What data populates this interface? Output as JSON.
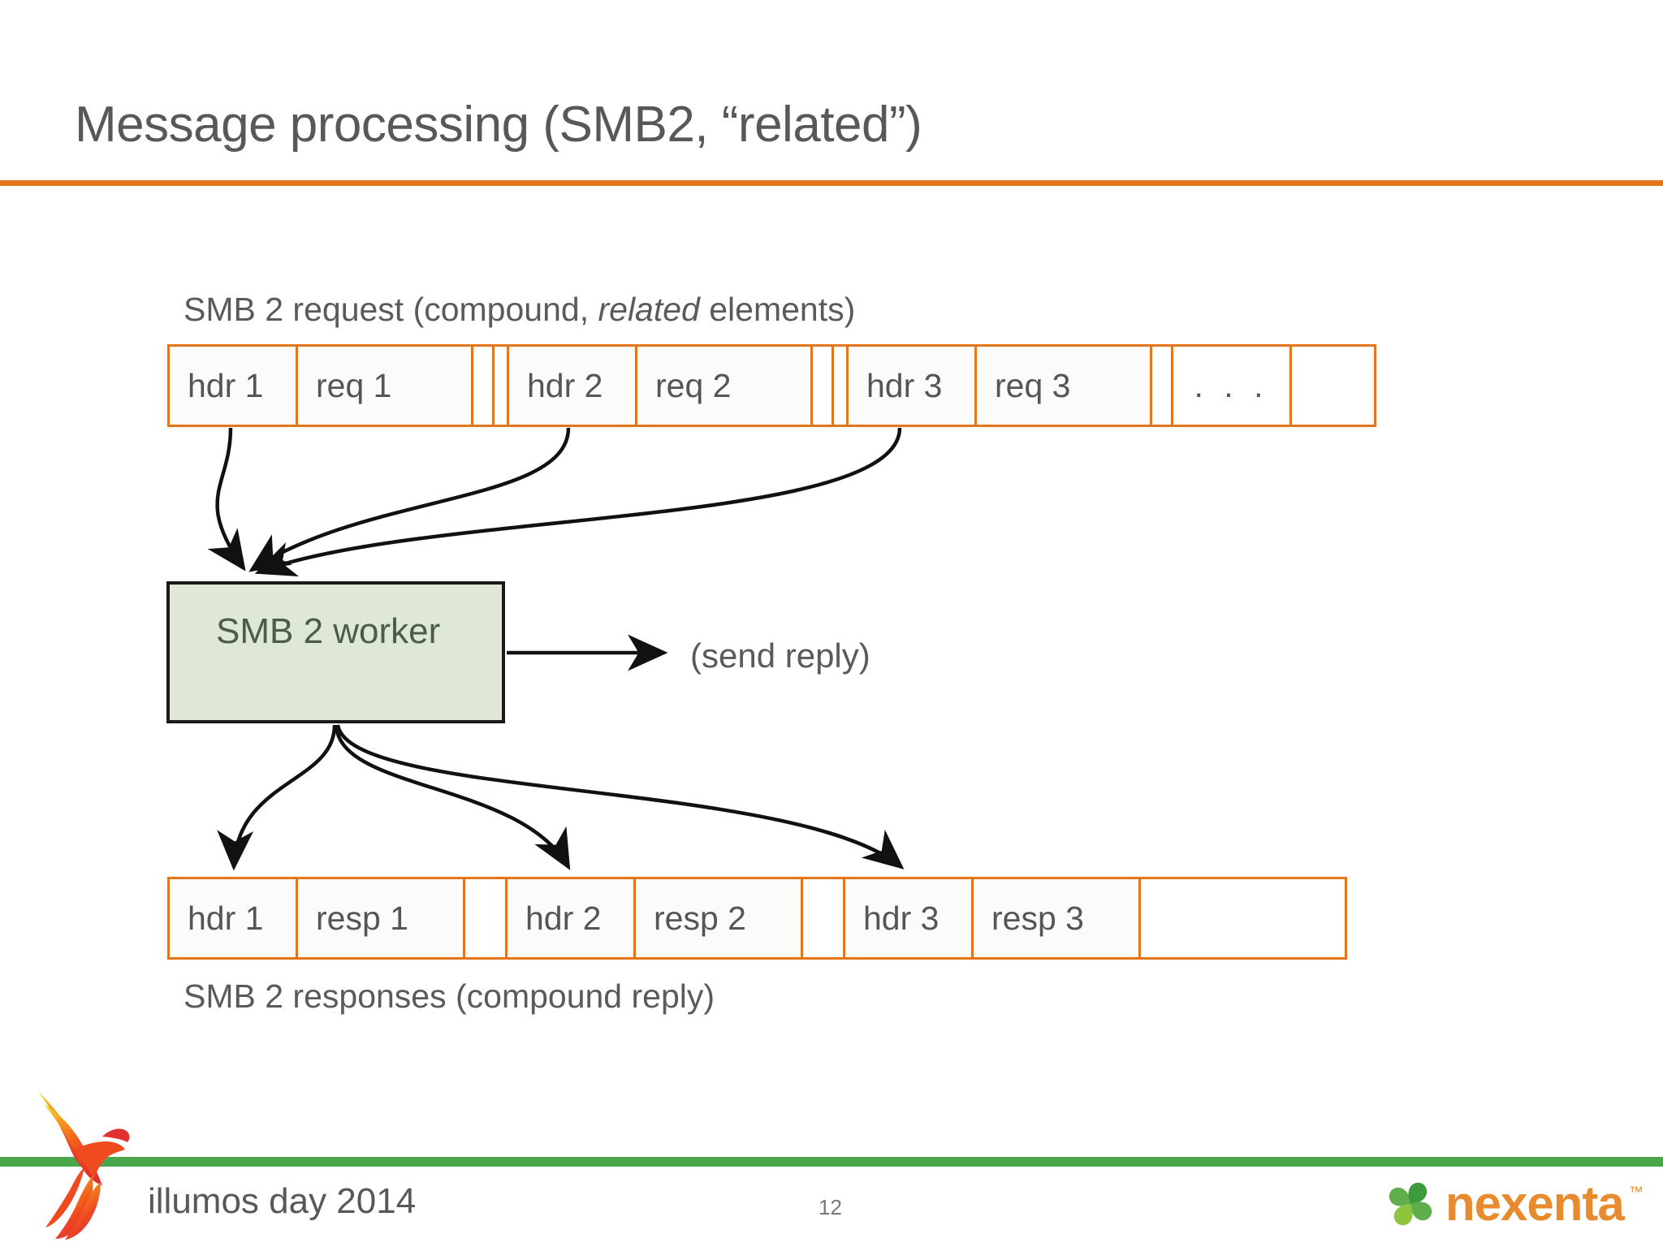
{
  "slide": {
    "title": "Message processing (SMB2, “related”)",
    "page_number": "12",
    "accent_orange": "#E3761C",
    "accent_green": "#4CA64C",
    "worker_fill": "#DEE8D4"
  },
  "request": {
    "caption_prefix": "SMB 2 request (compound, ",
    "caption_emphasis": "related",
    "caption_suffix": " elements)",
    "cells": [
      {
        "label": "hdr 1",
        "kind": "hdr"
      },
      {
        "label": "req 1",
        "kind": "req"
      },
      {
        "label": "",
        "kind": "gap"
      },
      {
        "label": "",
        "kind": "gap2"
      },
      {
        "label": "hdr 2",
        "kind": "hdr"
      },
      {
        "label": "req 2",
        "kind": "req"
      },
      {
        "label": "",
        "kind": "gap"
      },
      {
        "label": "",
        "kind": "gap2"
      },
      {
        "label": "hdr 3",
        "kind": "hdr"
      },
      {
        "label": "req 3",
        "kind": "req"
      },
      {
        "label": "",
        "kind": "gap"
      },
      {
        "label": ". . .",
        "kind": "dots"
      },
      {
        "label": "",
        "kind": "tail"
      }
    ]
  },
  "worker": {
    "label": "SMB 2 worker",
    "send_reply_label": "(send reply)"
  },
  "response": {
    "caption": "SMB 2 responses  (compound reply)",
    "cells": [
      {
        "label": "hdr 1",
        "kind": "hdr"
      },
      {
        "label": "resp 1",
        "kind": "resp"
      },
      {
        "label": "",
        "kind": "rgap"
      },
      {
        "label": "hdr 2",
        "kind": "hdr"
      },
      {
        "label": "resp 2",
        "kind": "resp"
      },
      {
        "label": "",
        "kind": "rgap"
      },
      {
        "label": "hdr 3",
        "kind": "hdr"
      },
      {
        "label": "resp 3",
        "kind": "resp"
      },
      {
        "label": "",
        "kind": "rtail"
      }
    ]
  },
  "footer": {
    "event": "illumos day 2014",
    "brand": "nexenta",
    "trademark": "™"
  }
}
